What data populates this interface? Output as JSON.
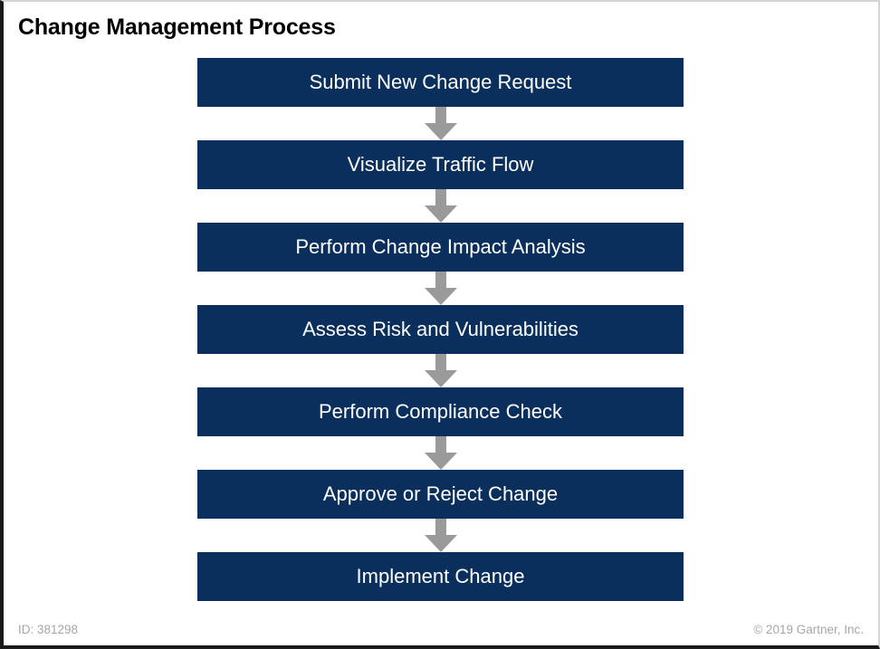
{
  "slide": {
    "title": "Change Management Process",
    "background_color": "#ffffff"
  },
  "theme": {
    "box_fill": "#0a2f5c",
    "box_text": "#ffffff",
    "arrow_fill": "#9a9a9a",
    "title_color": "#000000",
    "footer_color": "#a6a6a6",
    "border_accent": "#1a1a1a",
    "border_light": "#d4d4d4"
  },
  "diagram": {
    "type": "flowchart-vertical",
    "orientation": "top-to-bottom",
    "connector_icon": "down-arrow-icon",
    "steps": [
      {
        "index": 1,
        "label": "Submit New Change Request"
      },
      {
        "index": 2,
        "label": "Visualize Traffic Flow"
      },
      {
        "index": 3,
        "label": "Perform Change Impact Analysis"
      },
      {
        "index": 4,
        "label": "Assess Risk and Vulnerabilities"
      },
      {
        "index": 5,
        "label": "Perform Compliance Check"
      },
      {
        "index": 6,
        "label": "Approve or Reject Change"
      },
      {
        "index": 7,
        "label": "Implement Change"
      }
    ]
  },
  "footer": {
    "id_text": "ID: 381298",
    "copyright": "© 2019 Gartner, Inc."
  }
}
